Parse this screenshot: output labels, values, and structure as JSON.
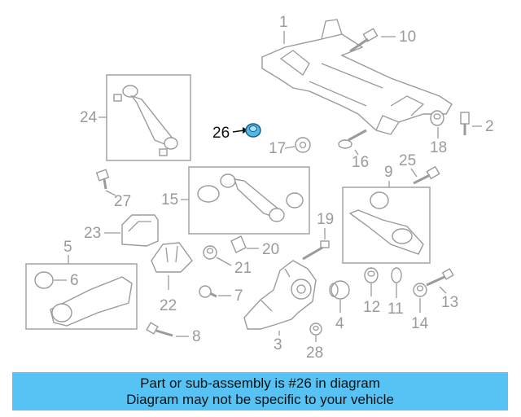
{
  "banner": {
    "line1": "Part or sub-assembly is #26 in diagram",
    "line2": "Diagram may not be specific to your vehicle",
    "color": "#57c2f4"
  },
  "diagram": {
    "highlight_color": "#4fb8e8",
    "callouts": {
      "c1": "1",
      "c2": "2",
      "c3": "3",
      "c4": "4",
      "c5": "5",
      "c6": "6",
      "c7": "7",
      "c8": "8",
      "c9": "9",
      "c10": "10",
      "c11": "11",
      "c12": "12",
      "c13": "13",
      "c14": "14",
      "c15": "15",
      "c16": "16",
      "c17": "17",
      "c18": "18",
      "c19": "19",
      "c20": "20",
      "c21": "21",
      "c22": "22",
      "c23": "23",
      "c24": "24",
      "c25": "25",
      "c26": "26",
      "c27": "27",
      "c28": "28"
    }
  }
}
